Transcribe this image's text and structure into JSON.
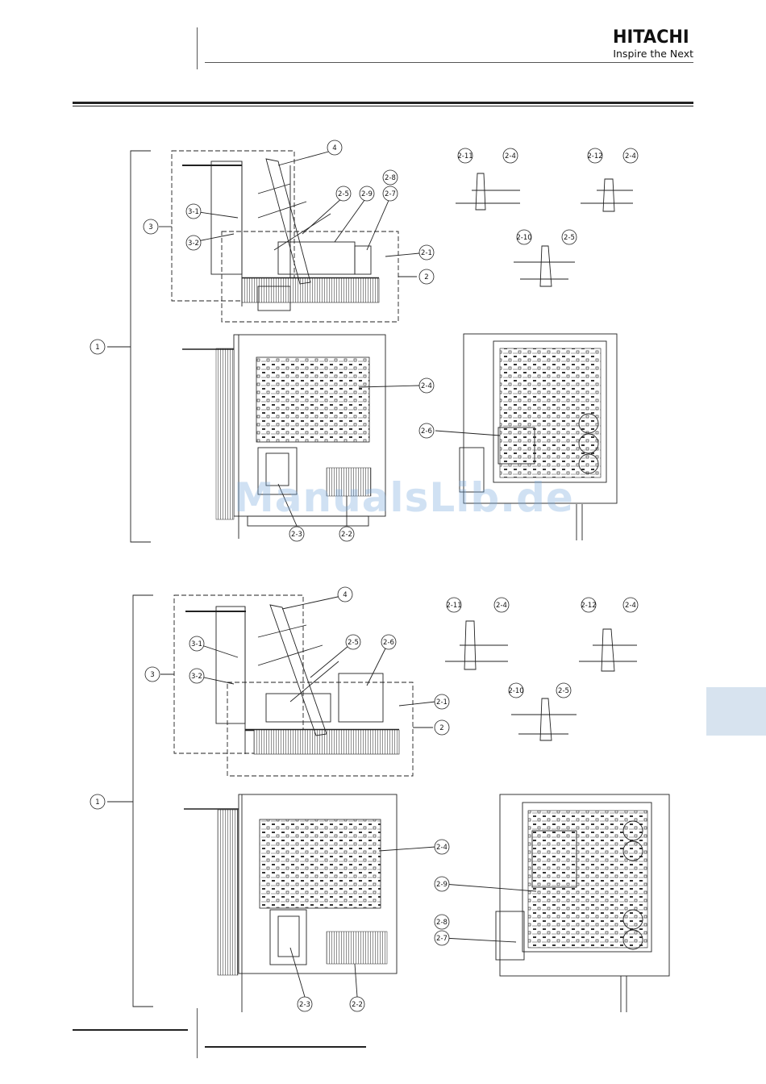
{
  "brand": {
    "name": "HITACHI",
    "tagline": "Inspire the Next"
  },
  "watermark": "ManualsLib.de",
  "upper_assembly": {
    "callouts": {
      "c1": "1",
      "c2": "2",
      "c3": "3",
      "c4": "4",
      "c2_1": "2-1",
      "c2_2": "2-2",
      "c2_3": "2-3",
      "c2_4": "2-4",
      "c2_5": "2-5",
      "c2_6": "2-6",
      "c2_7": "2-7",
      "c2_8": "2-8",
      "c2_9": "2-9",
      "c3_1": "3-1",
      "c3_2": "3-2",
      "d_2_11": "2-11",
      "d_2_4a": "2-4",
      "d_2_12": "2-12",
      "d_2_4b": "2-4",
      "d_2_10": "2-10",
      "d_2_5": "2-5"
    }
  },
  "lower_assembly": {
    "callouts": {
      "c1": "1",
      "c2": "2",
      "c3": "3",
      "c4": "4",
      "c2_1": "2-1",
      "c2_2": "2-2",
      "c2_3": "2-3",
      "c2_4": "2-4",
      "c2_5": "2-5",
      "c2_6": "2-6",
      "c2_7": "2-7",
      "c2_8": "2-8",
      "c2_9": "2-9",
      "c3_1": "3-1",
      "c3_2": "3-2",
      "d_2_11": "2-11",
      "d_2_4a": "2-4",
      "d_2_12": "2-12",
      "d_2_4b": "2-4",
      "d_2_10": "2-10",
      "d_2_5": "2-5"
    }
  }
}
